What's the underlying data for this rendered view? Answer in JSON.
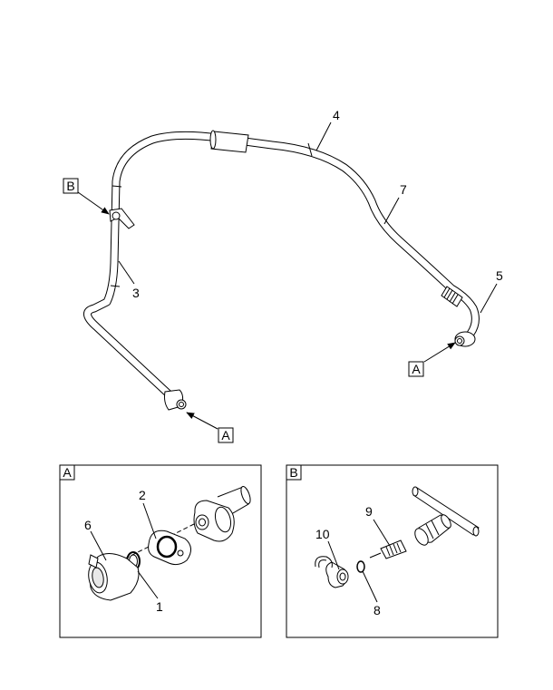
{
  "callouts": {
    "c1": "1",
    "c2": "2",
    "c3": "3",
    "c4": "4",
    "c5": "5",
    "c6": "6",
    "c7": "7",
    "c8": "8",
    "c9": "9",
    "c10": "10"
  },
  "detail_refs": {
    "a_left": "A",
    "a_right": "A",
    "b_top": "B"
  },
  "detail_panels": {
    "a_label": "A",
    "b_label": "B"
  }
}
